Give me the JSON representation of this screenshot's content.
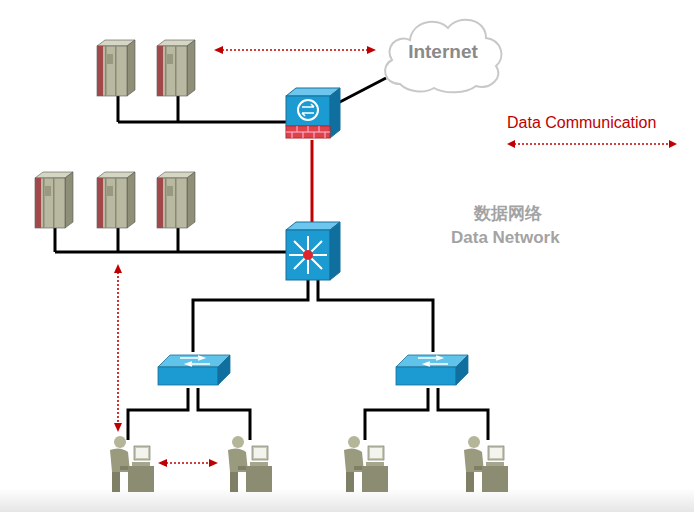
{
  "diagram": {
    "nodes": [
      {
        "text": [
          "Internet"
        ]
      }
    ],
    "labels": [
      "数据网络",
      "Data Network"
    ],
    "legend": [
      {
        "text": "Data Communication"
      }
    ]
  }
}
